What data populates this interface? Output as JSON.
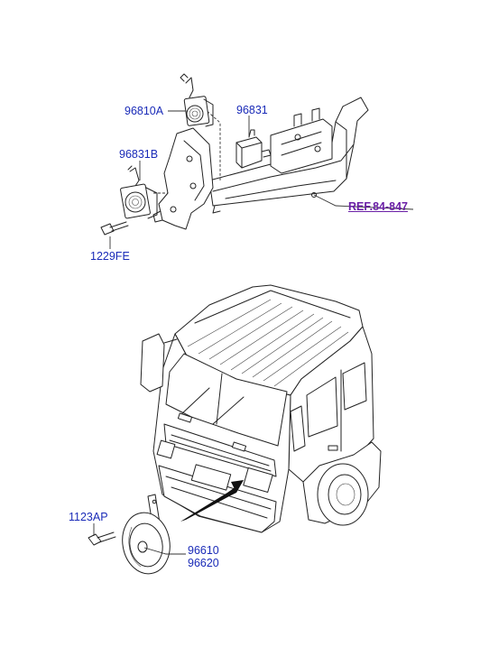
{
  "labels": {
    "p96810A": "96810A",
    "p96831": "96831",
    "p96831B": "96831B",
    "p1229FE": "1229FE",
    "ref": "REF.84-847",
    "p1123AP": "1123AP",
    "p96610": "96610",
    "p96620": "96620"
  },
  "colors": {
    "part_label": "#1a2bb8",
    "ref_label": "#6a1fa6"
  }
}
